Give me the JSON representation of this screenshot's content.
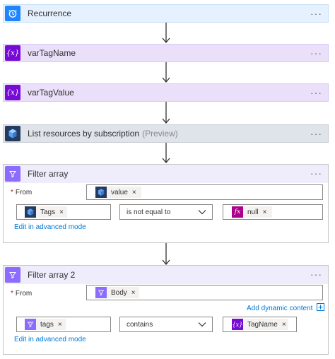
{
  "steps": {
    "recurrence": {
      "title": "Recurrence",
      "icon": "alarm-clock-icon"
    },
    "var_tag_name": {
      "title": "varTagName",
      "icon": "variable-icon"
    },
    "var_tag_value": {
      "title": "varTagValue",
      "icon": "variable-icon"
    },
    "list_resources": {
      "title": "List resources by subscription",
      "suffix": "(Preview)",
      "icon": "cube-icon"
    },
    "filter1": {
      "title": "Filter array",
      "from_label": "From",
      "required_mark": "*",
      "from_token": "value",
      "left_token": "Tags",
      "operator": "is not equal to",
      "right_token": "null",
      "advanced_link": "Edit in advanced mode"
    },
    "filter2": {
      "title": "Filter array 2",
      "from_label": "From",
      "required_mark": "*",
      "from_token": "Body",
      "add_dynamic": "Add dynamic content",
      "left_token": "tags",
      "operator": "contains",
      "right_token": "TagName",
      "advanced_link": "Edit in advanced mode"
    }
  },
  "menu_glyph": "···",
  "remove_glyph": "×",
  "colors": {
    "recurrence": "#1f85ff",
    "recurrence_bg": "#e5f1ff",
    "variable": "#770bd6",
    "variable_bg": "#ebe0fa",
    "azure_dark": "#243a5e",
    "list_bg": "#dfe3ea",
    "filter": "#8c6cff",
    "filter_bg": "#efecfc",
    "expression": "#ad008c",
    "link": "#0078d4"
  }
}
